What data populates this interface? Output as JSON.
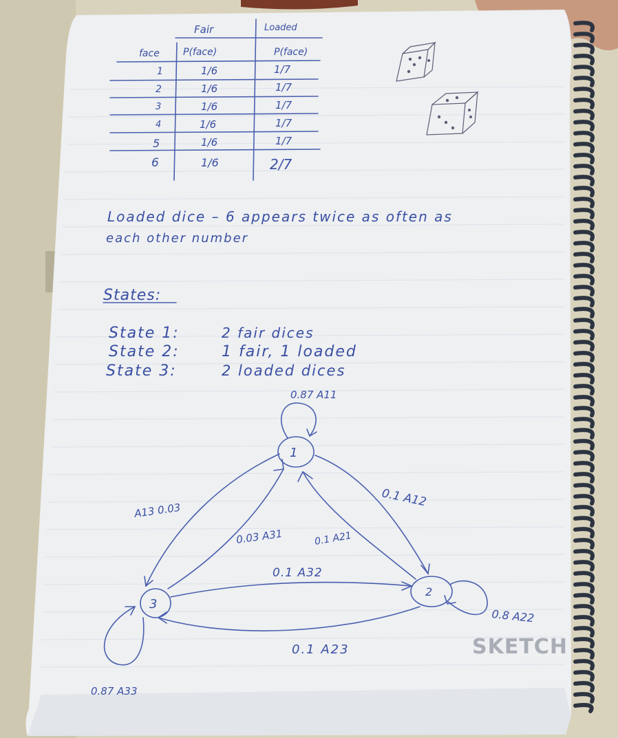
{
  "colors": {
    "background": "#d9d3bd",
    "paper": "#eef0f2",
    "ink": "#3a4fa3",
    "binding": "#2d3441"
  },
  "table": {
    "header_fair": "Fair",
    "header_loaded": "Loaded",
    "col_face": "face",
    "col_p_fair": "P(face)",
    "col_p_loaded": "P(face)",
    "rows": [
      {
        "face": "1",
        "fair": "1/6",
        "loaded": "1/7"
      },
      {
        "face": "2",
        "fair": "1/6",
        "loaded": "1/7"
      },
      {
        "face": "3",
        "fair": "1/6",
        "loaded": "1/7"
      },
      {
        "face": "4",
        "fair": "1/6",
        "loaded": "1/7"
      },
      {
        "face": "5",
        "fair": "1/6",
        "loaded": "1/7"
      },
      {
        "face": "6",
        "fair": "1/6",
        "loaded": "2/7"
      }
    ]
  },
  "note": {
    "line1": "Loaded dice – 6 appears twice as often as",
    "line2": "each other number"
  },
  "states": {
    "heading": "States:",
    "items": [
      {
        "label": "State 1:",
        "desc": "2 fair dices"
      },
      {
        "label": "State 2:",
        "desc": "1 fair, 1 loaded"
      },
      {
        "label": "State 3:",
        "desc": "2 loaded dices"
      }
    ]
  },
  "diagram": {
    "nodes": {
      "n1": "1",
      "n2": "2",
      "n3": "3"
    },
    "labels": {
      "a11": "0.87  A11",
      "a12": "0.1 A12",
      "a13": "A13 0.03",
      "a31": "0.03 A31",
      "a21": "0.1  A21",
      "a32": "0.1 A32",
      "a22": "0.8  A22",
      "a23": "0.1  A23",
      "a33": "0.87  A33"
    }
  },
  "watermark": "SKETCH"
}
